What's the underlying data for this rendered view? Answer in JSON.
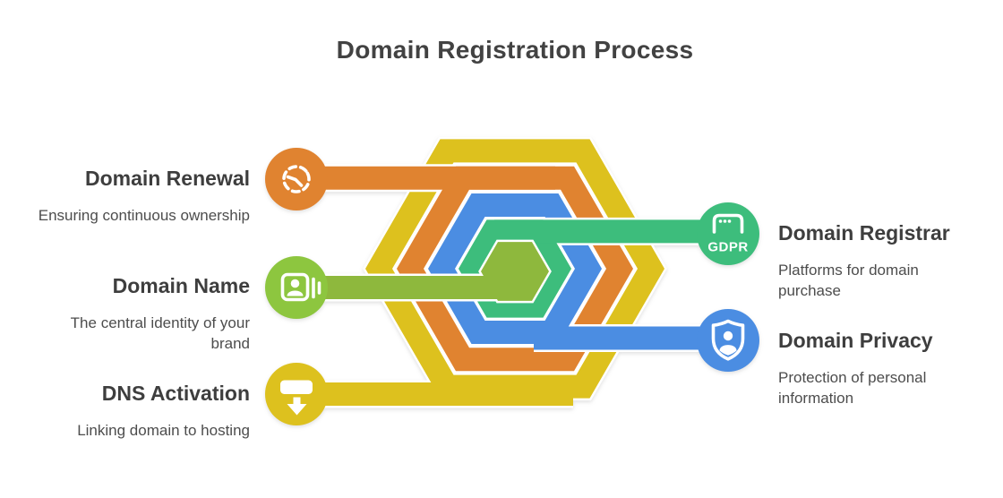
{
  "title": "Domain Registration Process",
  "items": {
    "left": [
      {
        "label": "Domain Renewal",
        "description": "Ensuring continuous ownership",
        "color": "#e08330",
        "icon": "history-clock-icon"
      },
      {
        "label": "Domain Name",
        "description": "The central identity of your brand",
        "color": "#8dc63f",
        "icon": "contact-card-icon"
      },
      {
        "label": "DNS Activation",
        "description": "Linking domain to hosting",
        "color": "#ddc11e",
        "icon": "download-arrow-icon"
      }
    ],
    "right": [
      {
        "label": "Domain Registrar",
        "description": "Platforms for domain purchase",
        "color": "#3dbd7c",
        "icon": "browser-window-icon",
        "badge": "GDPR"
      },
      {
        "label": "Domain Privacy",
        "description": "Protection of personal information",
        "color": "#4b8de2",
        "icon": "shield-user-icon"
      }
    ]
  },
  "hexagon": {
    "rings": [
      {
        "name": "outer",
        "color": "#ddc11e"
      },
      {
        "name": "second",
        "color": "#e08330"
      },
      {
        "name": "third",
        "color": "#4b8de2"
      },
      {
        "name": "fourth",
        "color": "#3dbd7c"
      }
    ],
    "center_color": "#8eb83d",
    "outline_color": "#ffffff"
  }
}
